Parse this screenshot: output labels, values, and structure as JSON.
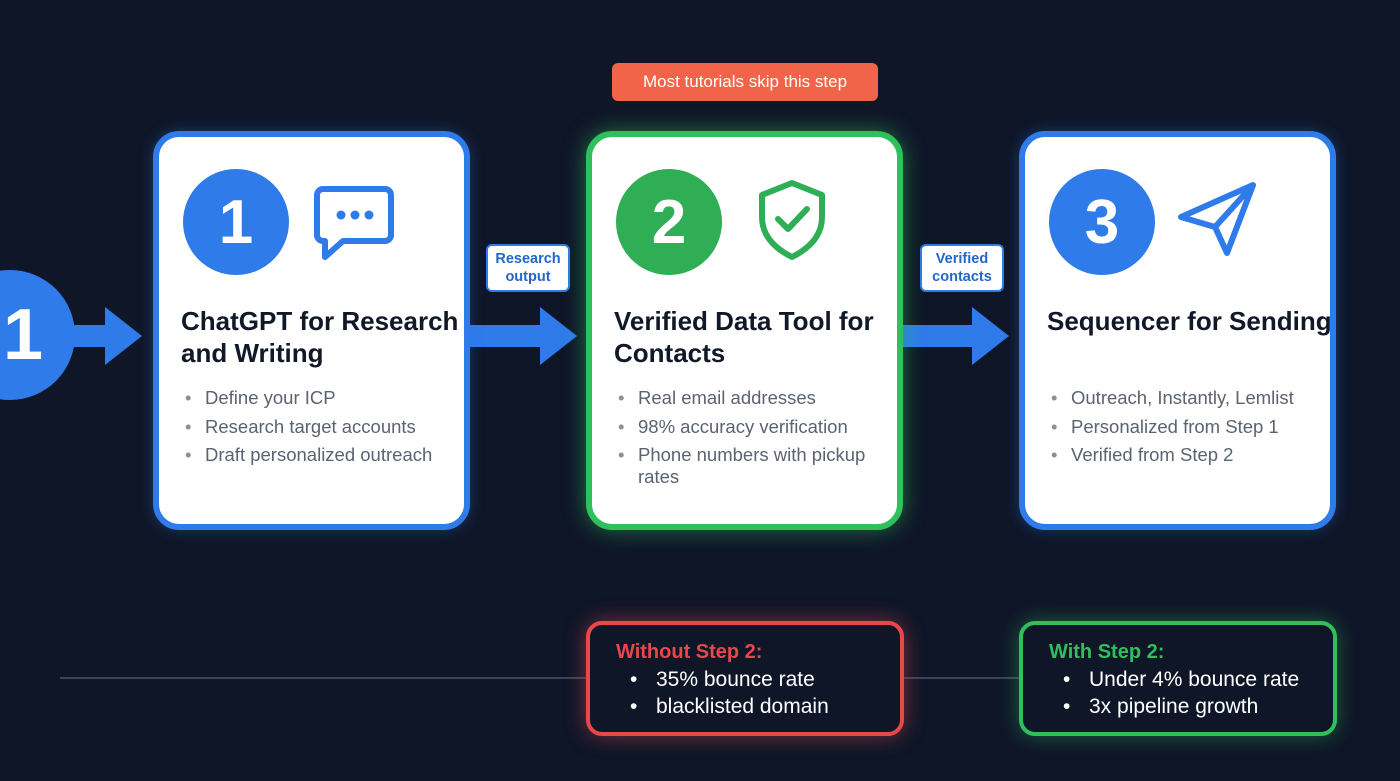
{
  "colors": {
    "background": "#0f1628",
    "blue": "#2f7bea",
    "green": "#2fbf5b",
    "red": "#e8474b",
    "badge": "#f26449"
  },
  "badge": "Most tutorials skip this step",
  "partial_step": "1",
  "steps": [
    {
      "number": "1",
      "icon": "chat-bubble-icon",
      "title": "ChatGPT for Research and Writing",
      "bullets": [
        "Define your ICP",
        "Research target accounts",
        "Draft personalized outreach"
      ]
    },
    {
      "number": "2",
      "icon": "shield-check-icon",
      "title": "Verified Data Tool for Contacts",
      "bullets": [
        "Real email addresses",
        "98% accuracy verification",
        "Phone numbers with pickup rates"
      ]
    },
    {
      "number": "3",
      "icon": "paper-plane-icon",
      "title": "Sequencer for Sending",
      "bullets": [
        "Outreach, Instantly, Lemlist",
        "Personalized from Step 1",
        "Verified from Step 2"
      ]
    }
  ],
  "connectors": [
    "Research output",
    "Verified contacts"
  ],
  "outcomes": [
    {
      "title": "Without Step 2:",
      "bullets": [
        "35% bounce rate",
        "blacklisted domain"
      ]
    },
    {
      "title": "With Step 2:",
      "bullets": [
        "Under 4% bounce rate",
        "3x pipeline growth"
      ]
    }
  ]
}
